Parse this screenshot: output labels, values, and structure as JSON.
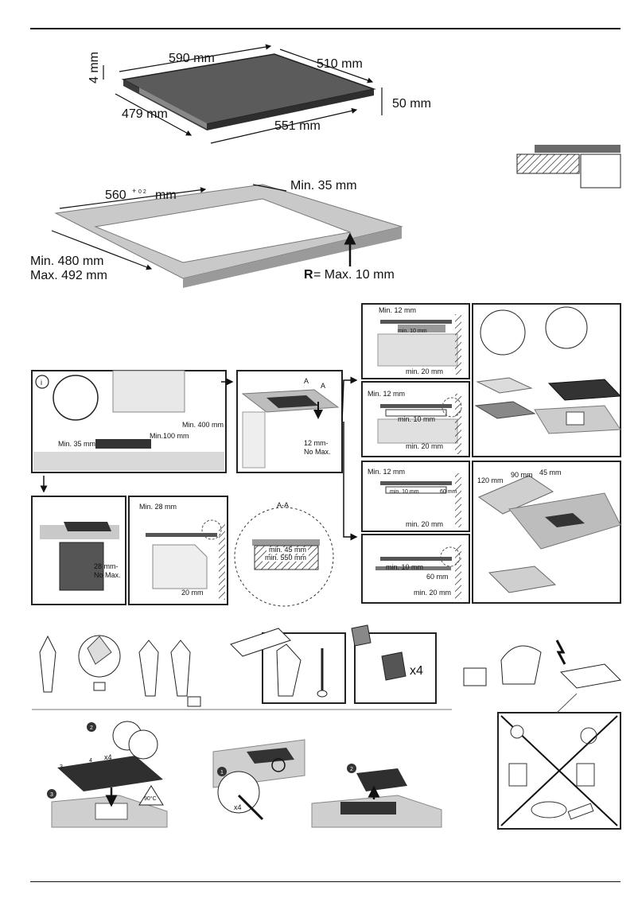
{
  "hob_dimensions": {
    "width": "590 mm",
    "depth": "510 mm",
    "thickness": "4 mm",
    "inner_width": "551 mm",
    "inner_depth": "479 mm",
    "height": "50 mm"
  },
  "cutout": {
    "width_main": "560",
    "tol_plus": "+",
    "tol_values": "0 2",
    "width_unit": "mm",
    "min_edge": "Min. 35 mm",
    "depth_min": "Min. 480 mm",
    "depth_max": "Max. 492 mm",
    "radius_letter": "R",
    "radius_text": " = Max. 10 mm"
  },
  "kitchen": {
    "info_icon": "i",
    "min_hood": "Min. 400 mm",
    "min_100": "Min.100 mm",
    "min_35": "Min. 35 mm",
    "section_a1": "A",
    "section_a2": "A",
    "thickness_range": "12 mm-\nNo Max.",
    "thickness_line1": "12 mm-",
    "thickness_line2": "No Max.",
    "oven_line1": "28 mm-",
    "oven_line2": "No Max.",
    "oven_min": "Min. 28 mm",
    "oven_20": "20 mm",
    "section_title": "A-A",
    "min_45": "min. 45 mm",
    "min_550": "min. 550 mm"
  },
  "installation_panels": [
    {
      "top": "Min. 12 mm",
      "mid": "min. 10 mm",
      "bottom": "min. 20 mm"
    },
    {
      "top": "Min. 12 mm",
      "mid": "min. 10 mm",
      "bottom": "min. 20 mm"
    },
    {
      "top": "Min. 12 mm",
      "mid": "min. 10 mm",
      "extra": "60 mm",
      "bottom": "min. 20 mm"
    },
    {
      "top": "",
      "mid": "min. 10 mm",
      "extra": "60 mm",
      "bottom": "min. 20 mm"
    }
  ],
  "board": {
    "w120": "120 mm",
    "w90": "90 mm",
    "w45": "45 mm"
  },
  "fitting": {
    "clips": "x4",
    "clips2": "x4",
    "clips3": "x4",
    "temp": "90°C",
    "step2": "2",
    "step3": "3",
    "step1": "1",
    "step2b": "2",
    "corner3": "3",
    "corner4": "4"
  }
}
